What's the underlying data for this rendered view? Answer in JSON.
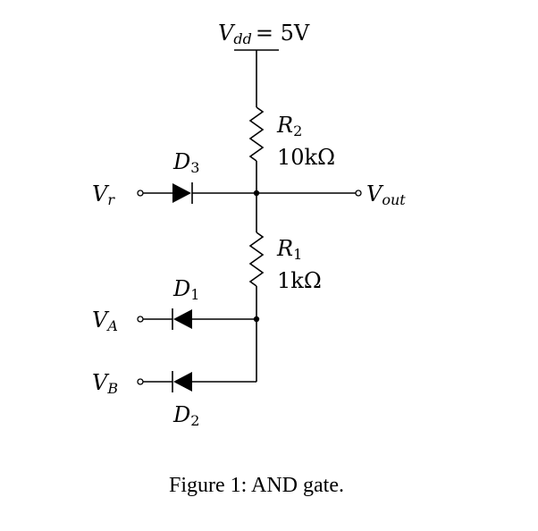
{
  "supply": {
    "symbol": "V",
    "sub": "dd",
    "value": "= 5V"
  },
  "r2": {
    "symbol": "R",
    "sub": "2",
    "value": "10kΩ"
  },
  "r1": {
    "symbol": "R",
    "sub": "1",
    "value": "1kΩ"
  },
  "d3": {
    "symbol": "D",
    "sub": "3"
  },
  "d1": {
    "symbol": "D",
    "sub": "1"
  },
  "d2": {
    "symbol": "D",
    "sub": "2"
  },
  "vr": {
    "symbol": "V",
    "sub": "r"
  },
  "va": {
    "symbol": "V",
    "sub": "A"
  },
  "vb": {
    "symbol": "V",
    "sub": "B"
  },
  "vout": {
    "symbol": "V",
    "sub": "out"
  },
  "caption": "Figure 1: AND gate."
}
